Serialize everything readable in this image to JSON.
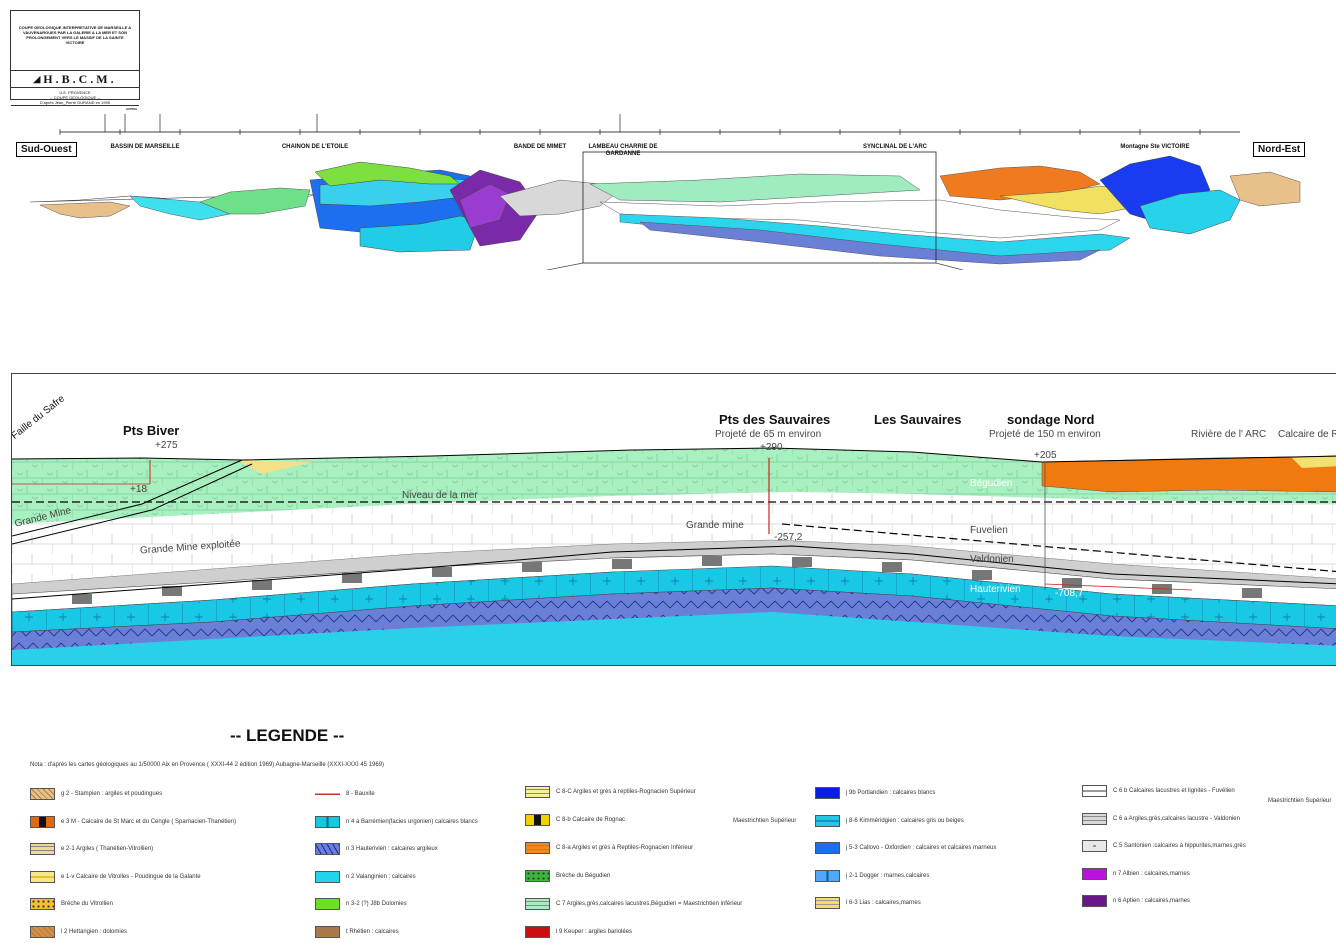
{
  "title_block": {
    "title": "COUPE GEOLOGIQUE INTERPRETATIVE DE MARSEILLE A VAUVENARGUES PAR LA GALERIE A LA MER ET SON PROLONGEMENT VERS LE MASSIF DE LA SAINTE VICTOIRE",
    "company": "H.B.C.M.",
    "division": "U.E. PROVENCE",
    "doc_type": "-- COUPE GEOLOGIQUE --",
    "author": "D'après Jean_Pierre DURAND en 1995",
    "ref": "A6756A"
  },
  "section_headers": {
    "left": "Sud-Ouest",
    "right": "Nord-Est",
    "regions": [
      "BASSIN DE MARSEILLE",
      "CHAINON DE L'ETOILE",
      "BANDE DE MIMET",
      "LAMBEAU CHARRIE DE GARDANNE",
      "SYNCLINAL DE L'ARC",
      "Montagne Ste VICTOIRE"
    ]
  },
  "detail": {
    "pts_biver": "Pts Biver",
    "pts_biver_elev": "+275",
    "pts_biver_depth": "+18",
    "faille": "Faille du Safre",
    "grande_mine_left": "Grande Mine",
    "grande_mine_exploitee": "Grande Mine exploitée",
    "niveau_mer": "Niveau de la mer",
    "sauvaires_pts": "Pts des Sauvaires",
    "sauvaires_proj": "Projeté de 65 m environ",
    "sauvaires_elev": "+290",
    "grande_mine_center": "Grande mine",
    "depth_center": "-257,2",
    "les_sauvaires": "Les Sauvaires",
    "sondage": "sondage Nord",
    "sondage_proj": "Projeté de 150 m environ",
    "sondage_elev": "+205",
    "riviere": "Rivière de l' ARC",
    "calcaire": "Calcaire de R",
    "begudien": "Bégudien",
    "fuvelien": "Fuvelien",
    "valdonien": "Valdonien",
    "hauterivien": "Hauterivien",
    "depth_right": "-708,7"
  },
  "legend": {
    "title": "-- LEGENDE --",
    "note": "Nota : d'après les cartes géologiques au 1/50000 Aix en Provence ( XXXI-44 2 édition 1969) Aubagne-Marseille (XXXI-XXXI 45 1969)",
    "col1": [
      {
        "label": "g 2 - Stampien : argiles et poudingues",
        "color": "#e8c08a",
        "pattern": "hatch"
      },
      {
        "label": "e 3 M - Calcaire de St Marc et du Cengle ( Sparnacien-Thanétien)",
        "color": "#e06a10",
        "pattern": "block"
      },
      {
        "label": "e 2-1 Argiles ( Thanétien-Vitrollien)",
        "color": "#f0d890",
        "pattern": "lines"
      },
      {
        "label": "e 1-v Calcaire de Vitrolles - Poudingue de la Galante",
        "color": "#f5e88a",
        "pattern": "band"
      },
      {
        "label": "Brèche du Vitrollien",
        "color": "#f2c030",
        "pattern": "dots"
      },
      {
        "label": "l 2 Hettangien : dolomies",
        "color": "#d4904a",
        "pattern": "hatch"
      }
    ],
    "col2": [
      {
        "label": "8 - Bauxite",
        "color": "#d03020",
        "pattern": "line"
      },
      {
        "label": "n 4 a Barrémien(facies urgonien) calcaires blancs",
        "color": "#17c6e0",
        "pattern": "plus"
      },
      {
        "label": "n 3 Hauterivien : calcaires argileux",
        "color": "#6a7fd6",
        "pattern": "zigzag"
      },
      {
        "label": "n 2 Valanginien : calcaires",
        "color": "#20d4ec",
        "pattern": "plain"
      },
      {
        "label": "n 3-2 (?) J8b Dolomies",
        "color": "#6ae020",
        "pattern": "plain"
      },
      {
        "label": "t Rhétien : calcaires",
        "color": "#a87848",
        "pattern": "plain"
      }
    ],
    "col3": [
      {
        "label": "C 8-C Argiles et grès à reptiles-Rognacien Supérieur",
        "color": "#f7ef9a",
        "pattern": "lines"
      },
      {
        "label": "C 8-b Calcaire de Rognac",
        "color": "#f2d000",
        "pattern": "block"
      },
      {
        "label": "C 8-a Argiles et grès à Reptiles-Rognacien Inférieur",
        "color": "#f08a20",
        "pattern": "lines"
      },
      {
        "label": "Brèche du Bégudien",
        "color": "#38b838",
        "pattern": "dots"
      },
      {
        "label": "C 7 Argiles,grès,calcaires lacustres,Bégudien = Maestrichtien inférieur",
        "color": "#a8ecc0",
        "pattern": "lines"
      },
      {
        "label": "l 9 Keuper : argiles bariolées",
        "color": "#c81010",
        "pattern": "plain"
      }
    ],
    "col3_brace": "Maestrichtien Supérieur",
    "col4": [
      {
        "label": "j 9b Portlandien : calcaires blancs",
        "color": "#0a1ee0",
        "pattern": "plain"
      },
      {
        "label": "j 8-6 Kimméridgien : calcaires gris ou beiges",
        "color": "#22c8e4",
        "pattern": "dash"
      },
      {
        "label": "j 5-3 Callovo - Oxfordien : calcaires et calcaires marneux",
        "color": "#1a6ef0",
        "pattern": "plain"
      },
      {
        "label": "j 2-1 Dogger : marnes,calcaires",
        "color": "#52a8f8",
        "pattern": "plus"
      },
      {
        "label": "l 6-3 Lias : calcaires,marnes",
        "color": "#f2e060",
        "pattern": "grid"
      }
    ],
    "col5": [
      {
        "label": "C 6 b Calcaires lacustres et lignites - Fuvélien",
        "color": "#ffffff",
        "pattern": "brick"
      },
      {
        "label": "C 6 a Argiles,grès,calcaires lacustre - Valdonien",
        "color": "#d8d8d8",
        "pattern": "lines"
      },
      {
        "label": "C 5 Santonien :calcaires à hippurites,marnes,grès",
        "color": "#e8e8e8",
        "pattern": "box"
      },
      {
        "label": "n 7 Albien : calcaires,marnes",
        "color": "#c010e0",
        "pattern": "plain"
      },
      {
        "label": "n 6 Aptien : calcaires,marnes",
        "color": "#681888",
        "pattern": "plain"
      }
    ],
    "col5_brace": "Maestrichtien Supérieur"
  }
}
